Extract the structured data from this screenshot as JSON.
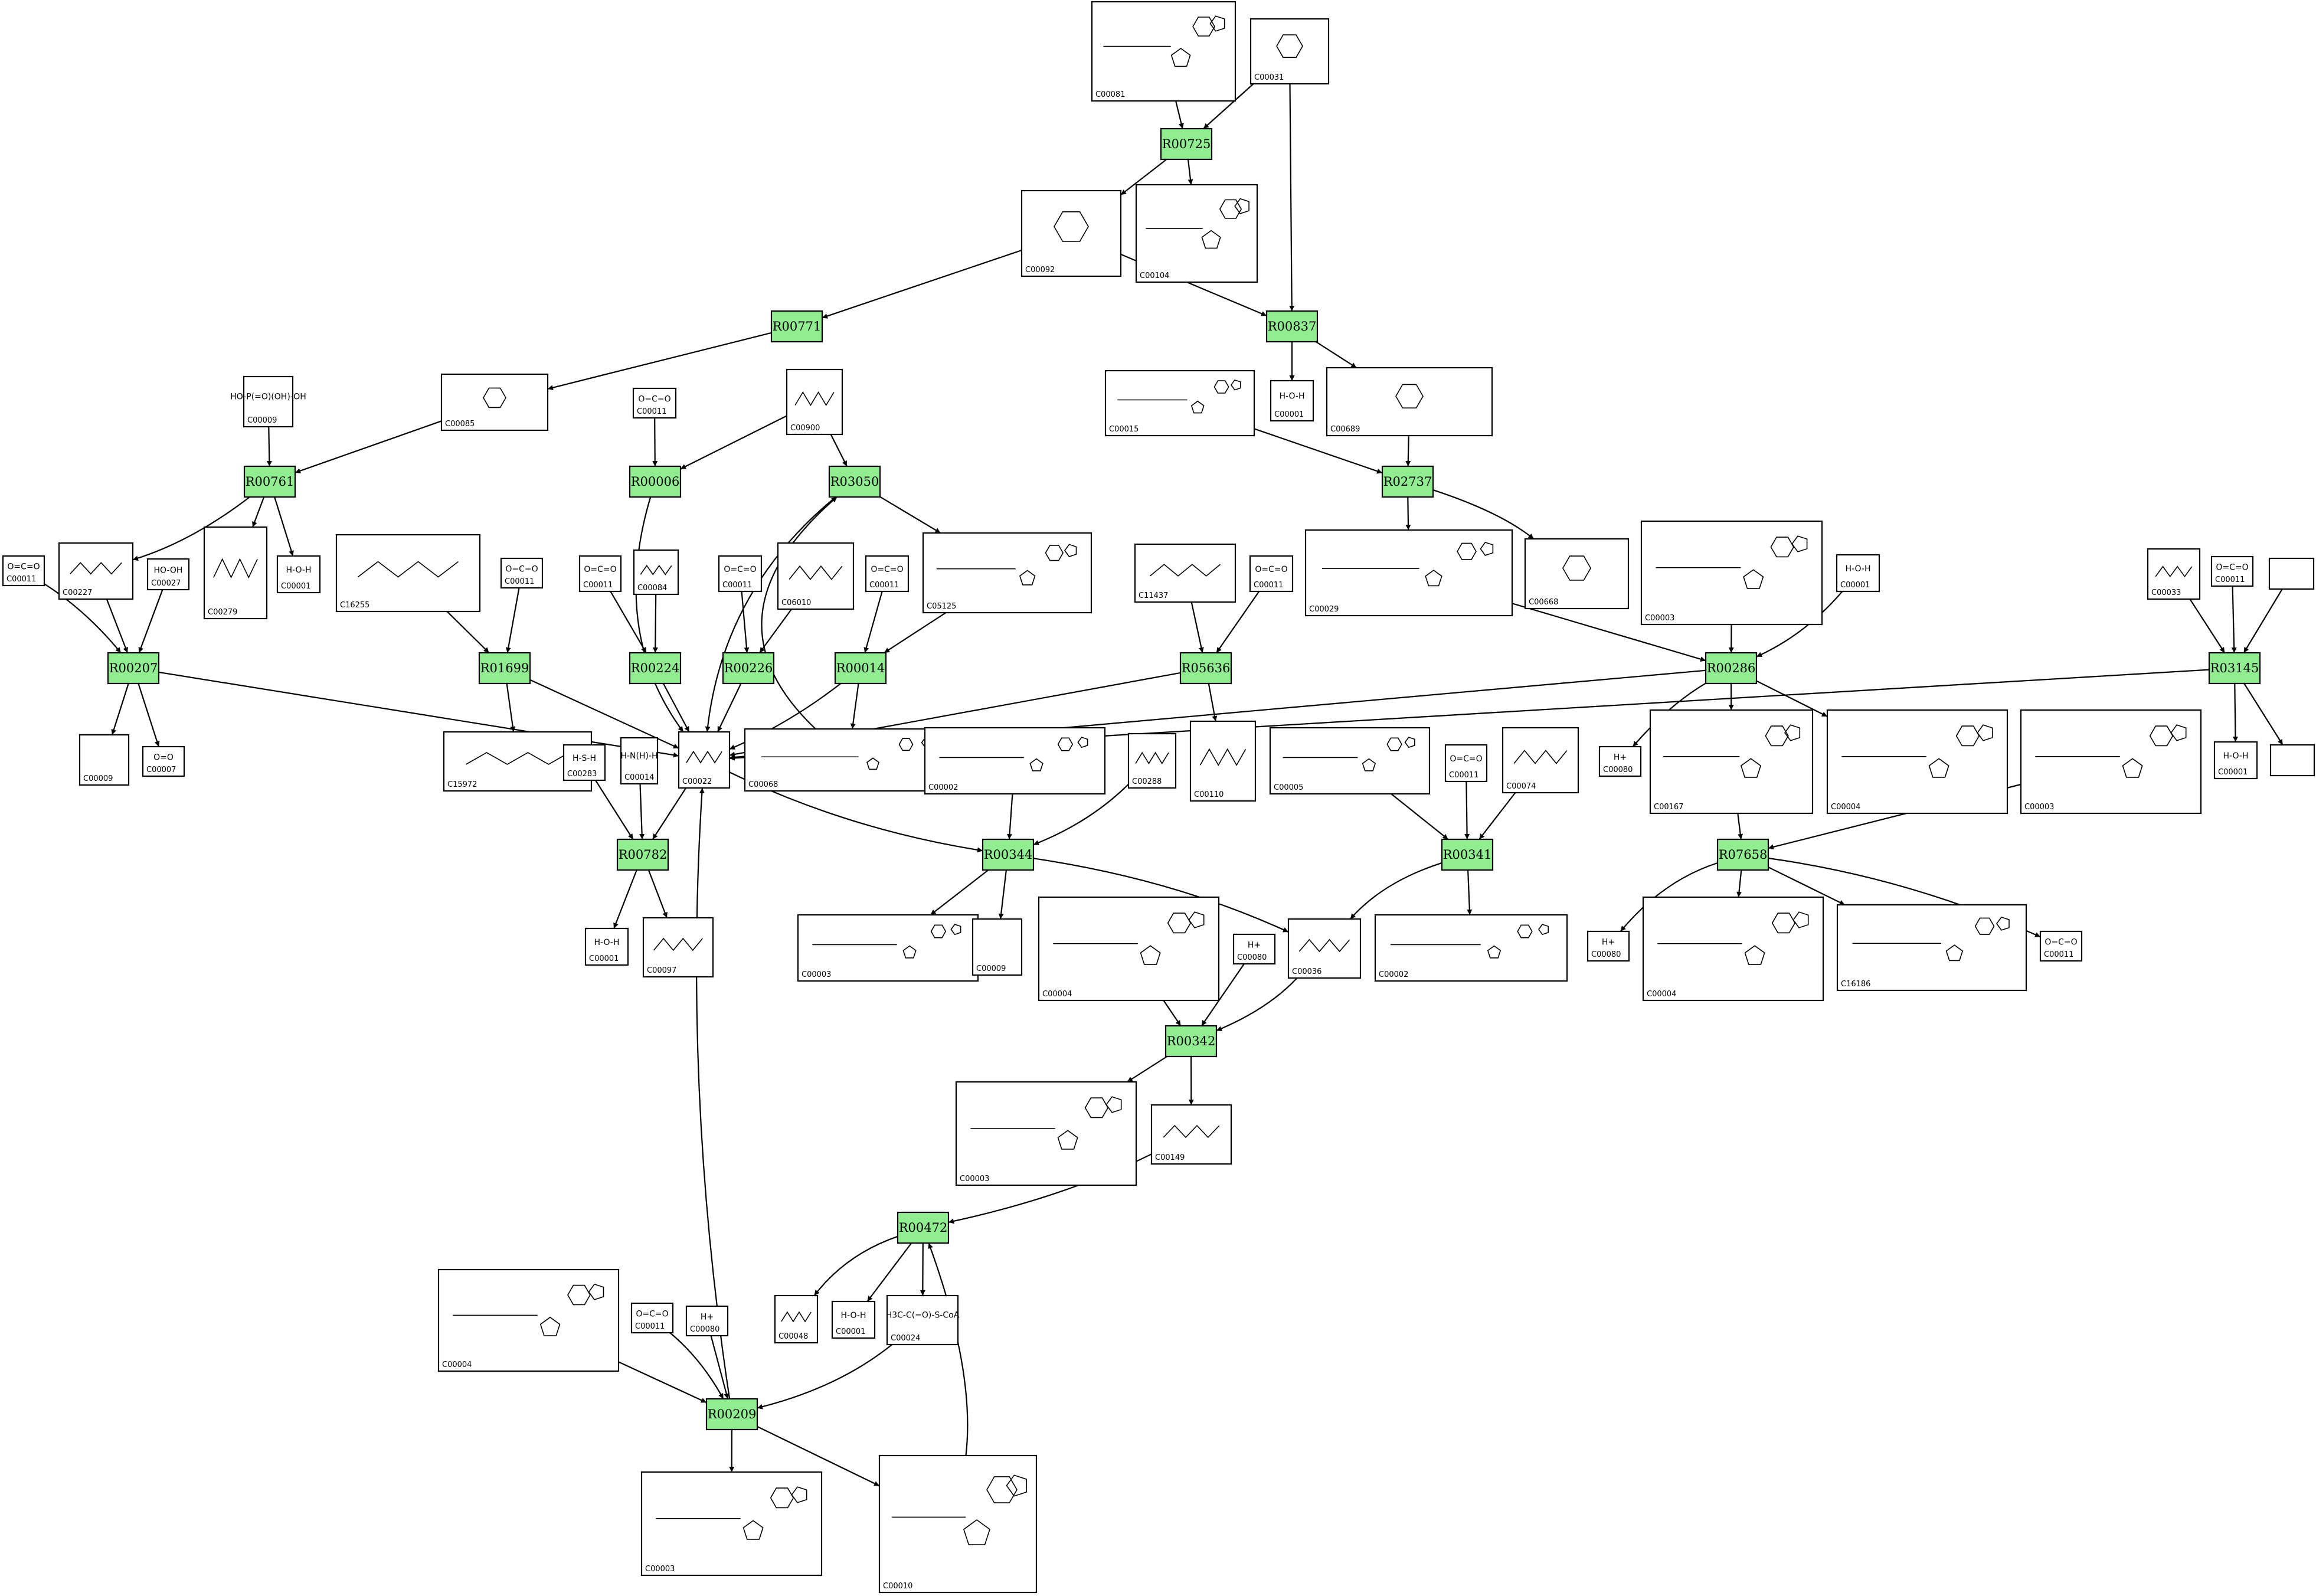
{
  "reactions": [
    {
      "id": "R00725",
      "label": "R00725"
    },
    {
      "id": "R00837",
      "label": "R00837"
    },
    {
      "id": "R00771",
      "label": "R00771"
    },
    {
      "id": "R00761",
      "label": "R00761"
    },
    {
      "id": "R00006",
      "label": "R00006"
    },
    {
      "id": "R03050",
      "label": "R03050"
    },
    {
      "id": "R02737",
      "label": "R02737"
    },
    {
      "id": "R00207",
      "label": "R00207"
    },
    {
      "id": "R01699",
      "label": "R01699"
    },
    {
      "id": "R00224",
      "label": "R00224"
    },
    {
      "id": "R00226",
      "label": "R00226"
    },
    {
      "id": "R00014",
      "label": "R00014"
    },
    {
      "id": "R05636",
      "label": "R05636"
    },
    {
      "id": "R00286",
      "label": "R00286"
    },
    {
      "id": "R03145",
      "label": "R03145"
    },
    {
      "id": "R00782",
      "label": "R00782"
    },
    {
      "id": "R00344",
      "label": "R00344"
    },
    {
      "id": "R00341",
      "label": "R00341"
    },
    {
      "id": "R07658",
      "label": "R07658"
    },
    {
      "id": "R00342",
      "label": "R00342"
    },
    {
      "id": "R00472",
      "label": "R00472"
    },
    {
      "id": "R00209",
      "label": "R00209"
    }
  ],
  "compounds": [
    {
      "id": "c00081",
      "label": "C00081"
    },
    {
      "id": "c00031",
      "label": "C00031"
    },
    {
      "id": "c00092",
      "label": "C00092"
    },
    {
      "id": "c00104",
      "label": "C00104"
    },
    {
      "id": "c00085",
      "label": "C00085"
    },
    {
      "id": "c00009a",
      "label": "C00009",
      "formula": "HO-P(=O)(OH)-OH"
    },
    {
      "id": "c00011a",
      "label": "C00011",
      "formula": "O=C=O"
    },
    {
      "id": "c00900",
      "label": "C00900"
    },
    {
      "id": "c00015",
      "label": "C00015"
    },
    {
      "id": "c00001a",
      "label": "C00001",
      "formula": "H-O-H"
    },
    {
      "id": "c00689",
      "label": "C00689"
    },
    {
      "id": "c00011b",
      "label": "C00011",
      "formula": "O=C=O"
    },
    {
      "id": "c00227",
      "label": "C00227"
    },
    {
      "id": "c00027",
      "label": "C00027",
      "formula": "HO-OH"
    },
    {
      "id": "c00279",
      "label": "C00279"
    },
    {
      "id": "c00001b",
      "label": "C00001",
      "formula": "H-O-H"
    },
    {
      "id": "c16255",
      "label": "C16255"
    },
    {
      "id": "c00011c",
      "label": "C00011",
      "formula": "O=C=O"
    },
    {
      "id": "c00011d",
      "label": "C00011",
      "formula": "O=C=O"
    },
    {
      "id": "c00084",
      "label": "C00084"
    },
    {
      "id": "c00011e",
      "label": "C00011",
      "formula": "O=C=O"
    },
    {
      "id": "c06010",
      "label": "C06010"
    },
    {
      "id": "c00011f",
      "label": "C00011",
      "formula": "O=C=O"
    },
    {
      "id": "c05125",
      "label": "C05125"
    },
    {
      "id": "c11437",
      "label": "C11437"
    },
    {
      "id": "c00011g",
      "label": "C00011",
      "formula": "O=C=O"
    },
    {
      "id": "c00029",
      "label": "C00029"
    },
    {
      "id": "c00668",
      "label": "C00668"
    },
    {
      "id": "c00003a",
      "label": "C00003"
    },
    {
      "id": "c00001c",
      "label": "C00001",
      "formula": "H-O-H"
    },
    {
      "id": "c00033",
      "label": "C00033"
    },
    {
      "id": "c00011h",
      "label": "C00011",
      "formula": "O=C=O"
    },
    {
      "id": "blank1",
      "label": ""
    },
    {
      "id": "c00009b",
      "label": "C00009"
    },
    {
      "id": "c00007",
      "label": "C00007",
      "formula": "O=O"
    },
    {
      "id": "c15972",
      "label": "C15972"
    },
    {
      "id": "c00283",
      "label": "C00283",
      "formula": "H-S-H"
    },
    {
      "id": "c00014",
      "label": "C00014",
      "formula": "H-N(H)-H"
    },
    {
      "id": "c00022",
      "label": "C00022"
    },
    {
      "id": "c00068",
      "label": "C00068"
    },
    {
      "id": "c00002a",
      "label": "C00002"
    },
    {
      "id": "c00288",
      "label": "C00288"
    },
    {
      "id": "c00110",
      "label": "C00110"
    },
    {
      "id": "c00005",
      "label": "C00005"
    },
    {
      "id": "c00011i",
      "label": "C00011",
      "formula": "O=C=O"
    },
    {
      "id": "c00074",
      "label": "C00074"
    },
    {
      "id": "c00167",
      "label": "C00167"
    },
    {
      "id": "c00004a",
      "label": "C00004"
    },
    {
      "id": "c00003b",
      "label": "C00003"
    },
    {
      "id": "c00080a",
      "label": "C00080",
      "formula": "H+"
    },
    {
      "id": "c00001d",
      "label": "C00001",
      "formula": "H-O-H"
    },
    {
      "id": "blank2",
      "label": ""
    },
    {
      "id": "c00001e",
      "label": "C00001",
      "formula": "H-O-H"
    },
    {
      "id": "c00097",
      "label": "C00097"
    },
    {
      "id": "c00003c",
      "label": "C00003"
    },
    {
      "id": "c00009c",
      "label": "C00009"
    },
    {
      "id": "c00004b",
      "label": "C00004"
    },
    {
      "id": "c00080b",
      "label": "C00080",
      "formula": "H+"
    },
    {
      "id": "c00036",
      "label": "C00036"
    },
    {
      "id": "c00002b",
      "label": "C00002"
    },
    {
      "id": "c00080c",
      "label": "C00080",
      "formula": "H+"
    },
    {
      "id": "c00004c",
      "label": "C00004"
    },
    {
      "id": "c16186",
      "label": "C16186"
    },
    {
      "id": "c00011j",
      "label": "C00011",
      "formula": "O=C=O"
    },
    {
      "id": "c00003d",
      "label": "C00003"
    },
    {
      "id": "c00149",
      "label": "C00149"
    },
    {
      "id": "c00048",
      "label": "C00048"
    },
    {
      "id": "c00001f",
      "label": "C00001",
      "formula": "H-O-H"
    },
    {
      "id": "c00024",
      "label": "C00024",
      "formula": "H3C-C(=O)-S-CoA"
    },
    {
      "id": "c00004d",
      "label": "C00004"
    },
    {
      "id": "c00011k",
      "label": "C00011",
      "formula": "O=C=O"
    },
    {
      "id": "c00080d",
      "label": "C00080",
      "formula": "H+"
    },
    {
      "id": "c00003e",
      "label": "C00003"
    },
    {
      "id": "c00010",
      "label": "C00010"
    }
  ]
}
